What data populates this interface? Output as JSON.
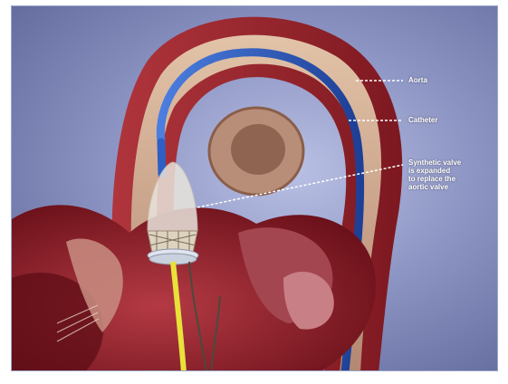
{
  "diagram": {
    "labels": {
      "aorta": "Aorta",
      "catheter": "Catheter",
      "valve_line1": "Synthetic valve",
      "valve_line2": "is expanded",
      "valve_line3": "to replace the",
      "valve_line4": "aortic valve"
    },
    "colors": {
      "background": "#8d95c4",
      "aorta_wall": "#a3212b",
      "aorta_inner": "#c7a489",
      "catheter": "#2f5fc4",
      "heart_muscle": "#8b1d28",
      "guidewire": "#e8e23a",
      "leader_line": "#ffffff"
    }
  }
}
